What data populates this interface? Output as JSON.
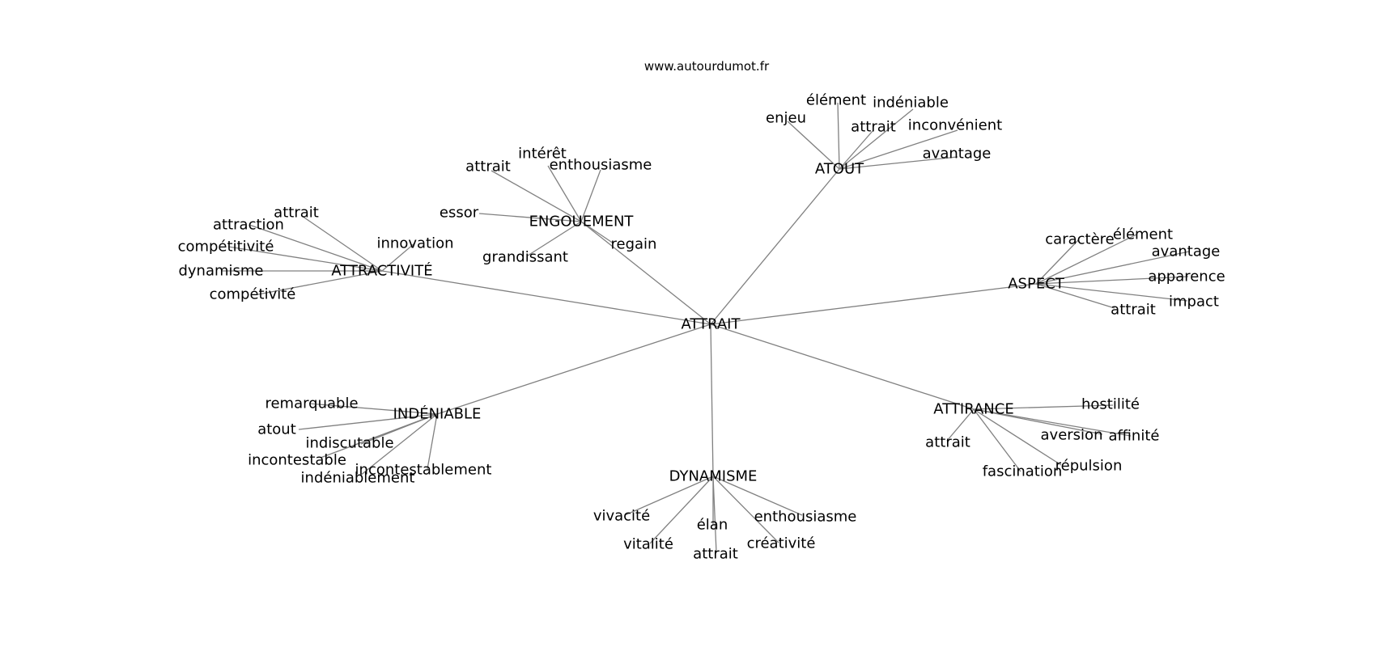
{
  "source": "www.autourdumot.fr",
  "center": {
    "id": "attrait",
    "label": "ATTRAIT"
  },
  "clusters": [
    {
      "id": "atout",
      "label": "ATOUT",
      "neighbors": [
        "enjeu",
        "élément",
        "indéniable",
        "attrait",
        "inconvénient",
        "avantage"
      ]
    },
    {
      "id": "engouement",
      "label": "ENGOUEMENT",
      "neighbors": [
        "attrait",
        "intérêt",
        "enthousiasme",
        "essor",
        "grandissant",
        "regain"
      ]
    },
    {
      "id": "attractivite",
      "label": "ATTRACTIVITÉ",
      "neighbors": [
        "attrait",
        "attraction",
        "compétitivité",
        "dynamisme",
        "compétivité",
        "innovation"
      ]
    },
    {
      "id": "aspect",
      "label": "ASPECT",
      "neighbors": [
        "caractère",
        "élément",
        "avantage",
        "apparence",
        "impact",
        "attrait"
      ]
    },
    {
      "id": "indeniable",
      "label": "INDÉNIABLE",
      "neighbors": [
        "remarquable",
        "atout",
        "indiscutable",
        "incontestable",
        "indéniablement",
        "incontestablement"
      ]
    },
    {
      "id": "dynamisme",
      "label": "DYNAMISME",
      "neighbors": [
        "vivacité",
        "vitalité",
        "élan",
        "attrait",
        "enthousiasme",
        "créativité"
      ]
    },
    {
      "id": "attirance",
      "label": "ATTIRANCE",
      "neighbors": [
        "hostilité",
        "attrait",
        "aversion",
        "affinité",
        "fascination",
        "répulsion"
      ]
    }
  ]
}
